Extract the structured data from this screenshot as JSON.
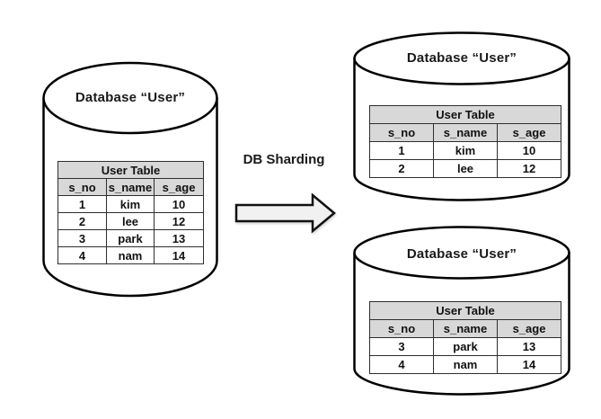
{
  "arrow": {
    "label": "DB Sharding"
  },
  "source": {
    "title": "Database “User”",
    "table": {
      "title": "User Table",
      "columns": [
        "s_no",
        "s_name",
        "s_age"
      ],
      "rows": [
        [
          "1",
          "kim",
          "10"
        ],
        [
          "2",
          "lee",
          "12"
        ],
        [
          "3",
          "park",
          "13"
        ],
        [
          "4",
          "nam",
          "14"
        ]
      ]
    }
  },
  "shard_top": {
    "title": "Database “User”",
    "table": {
      "title": "User Table",
      "columns": [
        "s_no",
        "s_name",
        "s_age"
      ],
      "rows": [
        [
          "1",
          "kim",
          "10"
        ],
        [
          "2",
          "lee",
          "12"
        ]
      ]
    }
  },
  "shard_bottom": {
    "title": "Database “User”",
    "table": {
      "title": "User Table",
      "columns": [
        "s_no",
        "s_name",
        "s_age"
      ],
      "rows": [
        [
          "3",
          "park",
          "13"
        ],
        [
          "4",
          "nam",
          "14"
        ]
      ]
    }
  },
  "colors": {
    "background": "#ffffff",
    "cylinder_fill": "#ffffff",
    "outline": "#000000",
    "table_header_bg": "#d8d8d8",
    "table_border": "#2e2e2e",
    "arrow_fill": "#f1f1f1"
  }
}
